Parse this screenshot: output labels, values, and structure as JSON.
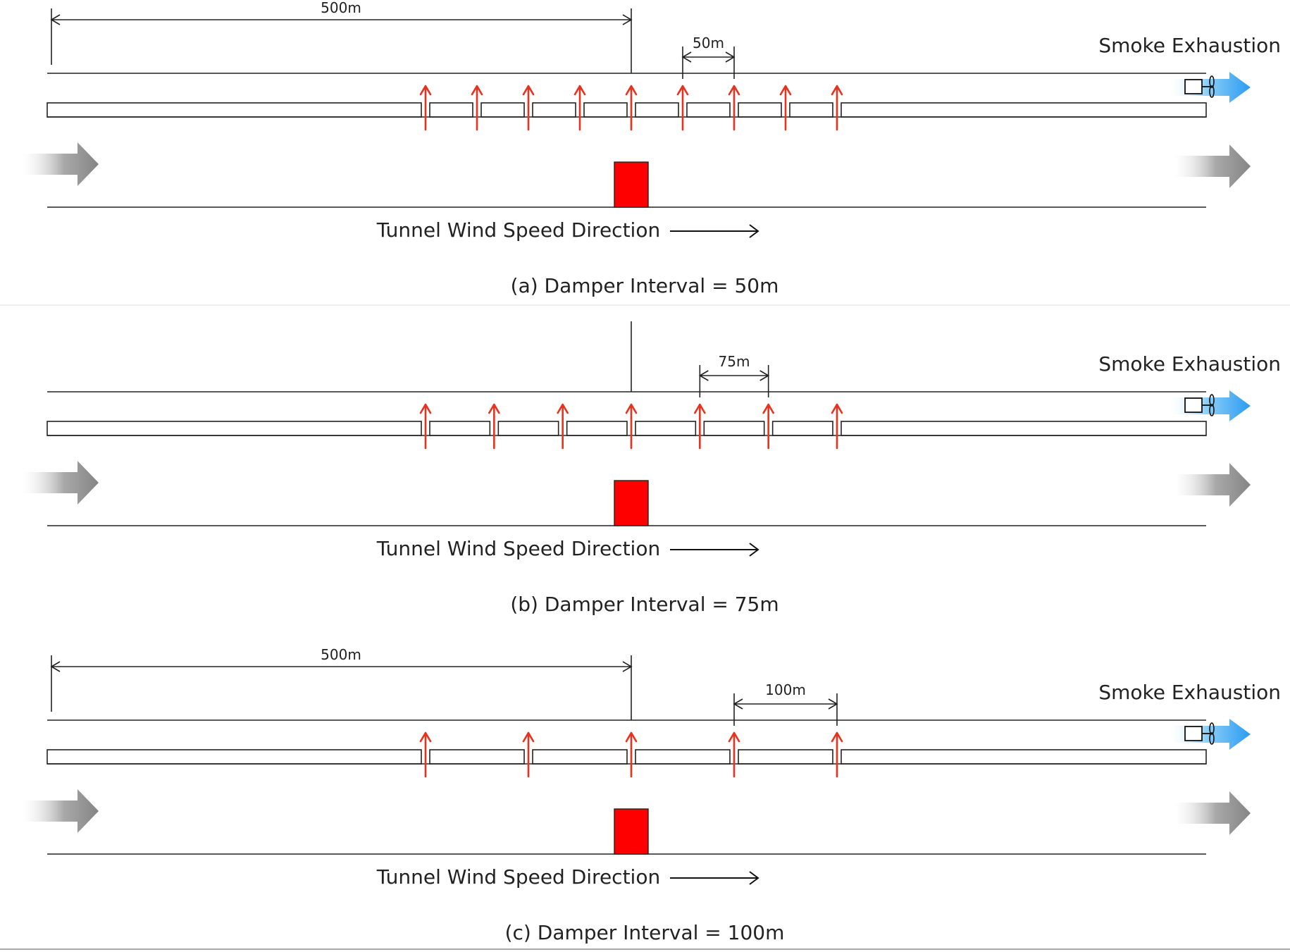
{
  "colors": {
    "damper_arrow": "#e8321e",
    "fire": "#ff0000",
    "fan_flow": "#2b9bf0",
    "inflow_arrow": "#888888",
    "line": "#222222"
  },
  "icons": {
    "fan": "fan-icon",
    "inflow": "inflow-arrow-icon",
    "outflow": "outflow-arrow-icon",
    "damper": "damper-arrow-icon",
    "fire": "fire-source"
  },
  "panels": [
    {
      "id": "a",
      "damper_count": 9,
      "fire_damper_index": 4,
      "dim_total_label": "500m",
      "dim_interval_label": "50m",
      "dim_interval_from": 5,
      "dim_interval_to": 6,
      "smoke_label": "Smoke Exhaustion",
      "wind_label": "Tunnel Wind Speed Direction",
      "caption": "(a) Damper Interval = 50m"
    },
    {
      "id": "b",
      "damper_count": 7,
      "fire_damper_index": 3,
      "dim_total_label": "",
      "dim_interval_label": "75m",
      "dim_interval_from": 4,
      "dim_interval_to": 5,
      "smoke_label": "Smoke Exhaustion",
      "wind_label": "Tunnel Wind Speed Direction",
      "caption": "(b) Damper Interval = 75m"
    },
    {
      "id": "c",
      "damper_count": 5,
      "fire_damper_index": 2,
      "dim_total_label": "500m",
      "dim_interval_label": "100m",
      "dim_interval_from": 3,
      "dim_interval_to": 4,
      "smoke_label": "Smoke Exhaustion",
      "wind_label": "Tunnel Wind Speed Direction",
      "caption": "(c) Damper Interval = 100m"
    }
  ]
}
